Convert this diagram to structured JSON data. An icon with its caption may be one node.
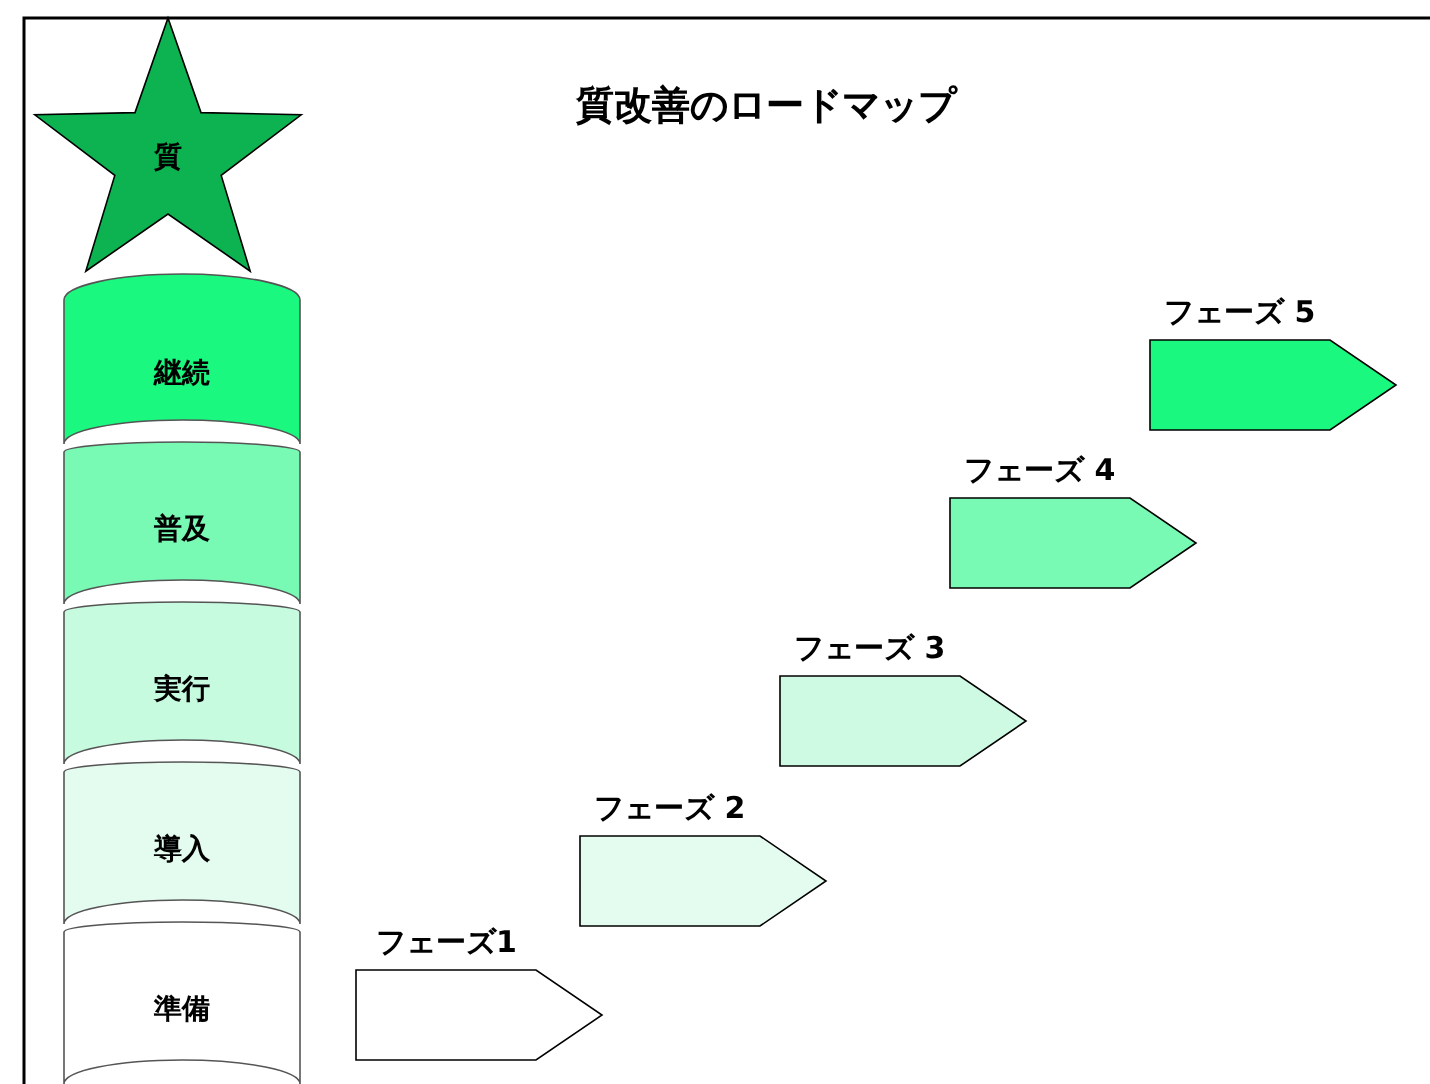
{
  "diagram": {
    "title": "質改善のロードマップ",
    "nodes": [
      {
        "text": [
          "質"
        ]
      },
      {
        "text": [
          "継続"
        ]
      },
      {
        "text": [
          "普及"
        ]
      },
      {
        "text": [
          "実行"
        ]
      },
      {
        "text": [
          "導入"
        ]
      },
      {
        "text": [
          "準備"
        ]
      },
      {
        "text": [
          "フェーズ1"
        ]
      },
      {
        "text": [
          "フェーズ 2"
        ]
      },
      {
        "text": [
          "フェーズ 3"
        ]
      },
      {
        "text": [
          "フェーズ 4"
        ]
      },
      {
        "text": [
          "フェーズ 5"
        ]
      }
    ]
  }
}
